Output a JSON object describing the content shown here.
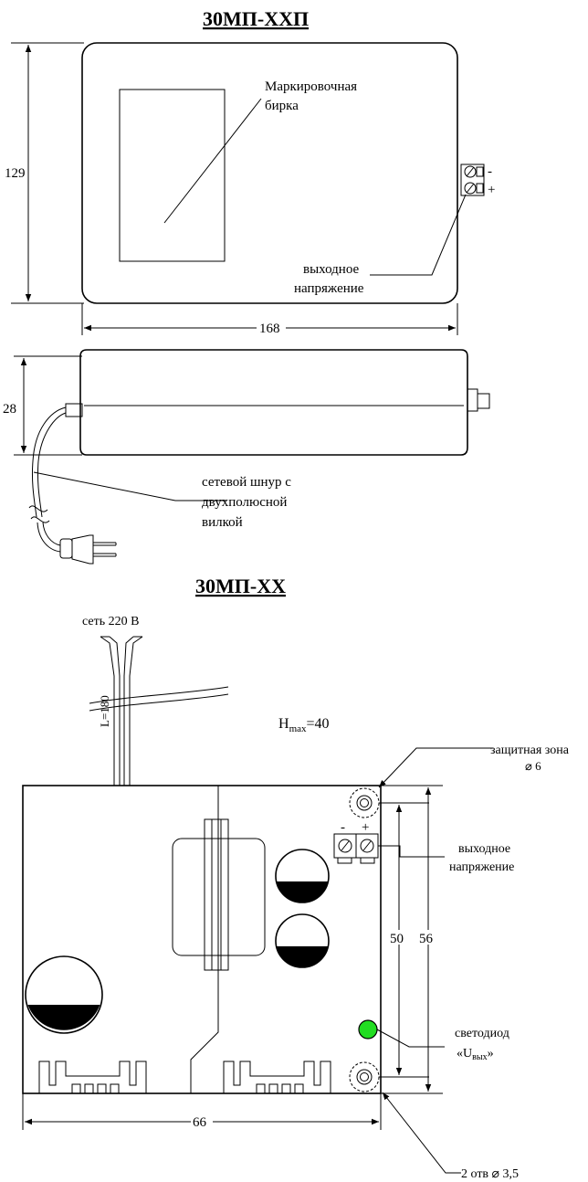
{
  "top": {
    "title": "30МП-ХХП",
    "label_marking": [
      "Маркировочная",
      "бирка"
    ],
    "terminal_minus": "-",
    "terminal_plus": "+",
    "label_output": [
      "выходное",
      "напряжение"
    ],
    "dim_height": "129",
    "dim_width": "168",
    "dim_depth": "28",
    "label_cord": [
      "сетевой шнур с",
      "двухполюсной",
      "вилкой"
    ]
  },
  "bottom": {
    "title": "30МП-ХХ",
    "label_mains": "сеть 220 В",
    "label_length": "L=180",
    "label_hmax_main": "H",
    "label_hmax_sub": "max",
    "label_hmax_val": "=40",
    "label_protect": [
      "защитная зона",
      "⌀ 6"
    ],
    "terminal_minus": "-",
    "terminal_plus": "+",
    "label_output": [
      "выходное",
      "напряжение"
    ],
    "dim_50": "50",
    "dim_56": "56",
    "dim_66": "66",
    "label_led_1": "светодиод",
    "label_led_2a": "«U",
    "label_led_2sub": "вых",
    "label_led_2b": "»",
    "label_holes": "2 отв  ⌀ 3,5",
    "led_color": "#22dd22"
  }
}
